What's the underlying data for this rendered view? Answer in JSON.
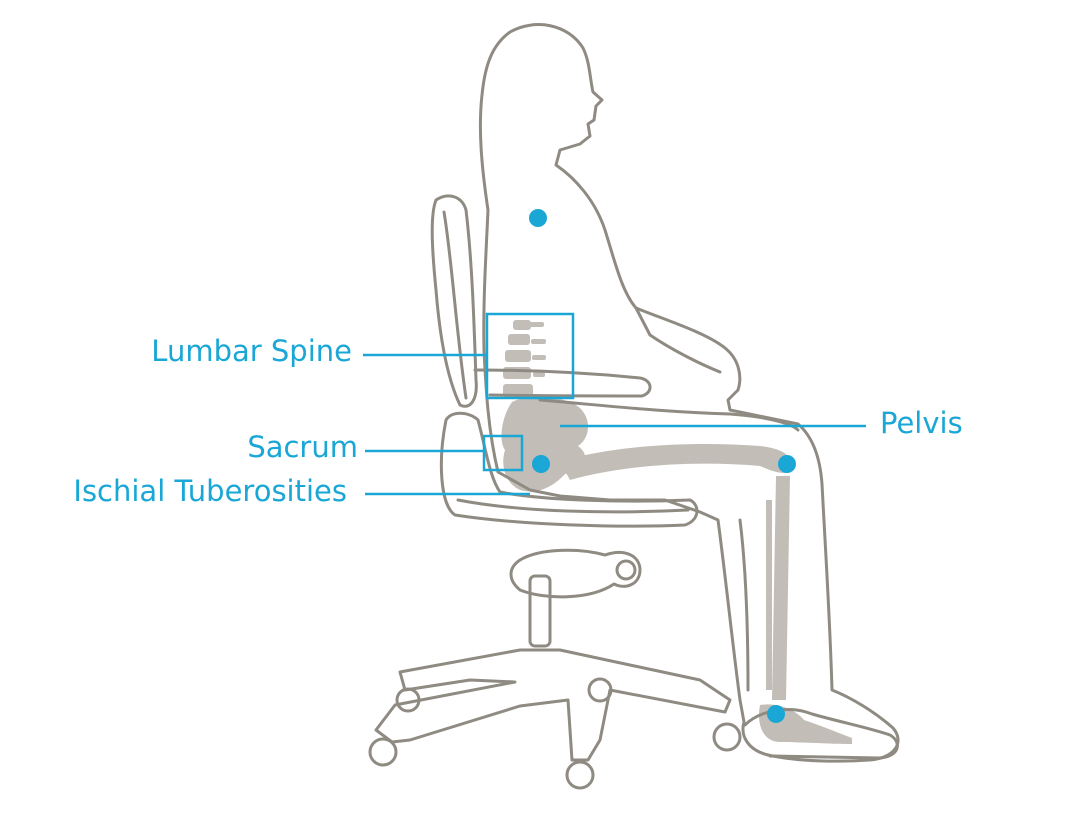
{
  "labels": {
    "lumbar_spine": "Lumbar Spine",
    "sacrum": "Sacrum",
    "ischial_tuberosities": "Ischial Tuberosities",
    "pelvis": "Pelvis"
  },
  "colors": {
    "accent": "#1aa7d6",
    "outline": "#8f8b83",
    "bone": "#c2beb7",
    "background": "#ffffff"
  }
}
